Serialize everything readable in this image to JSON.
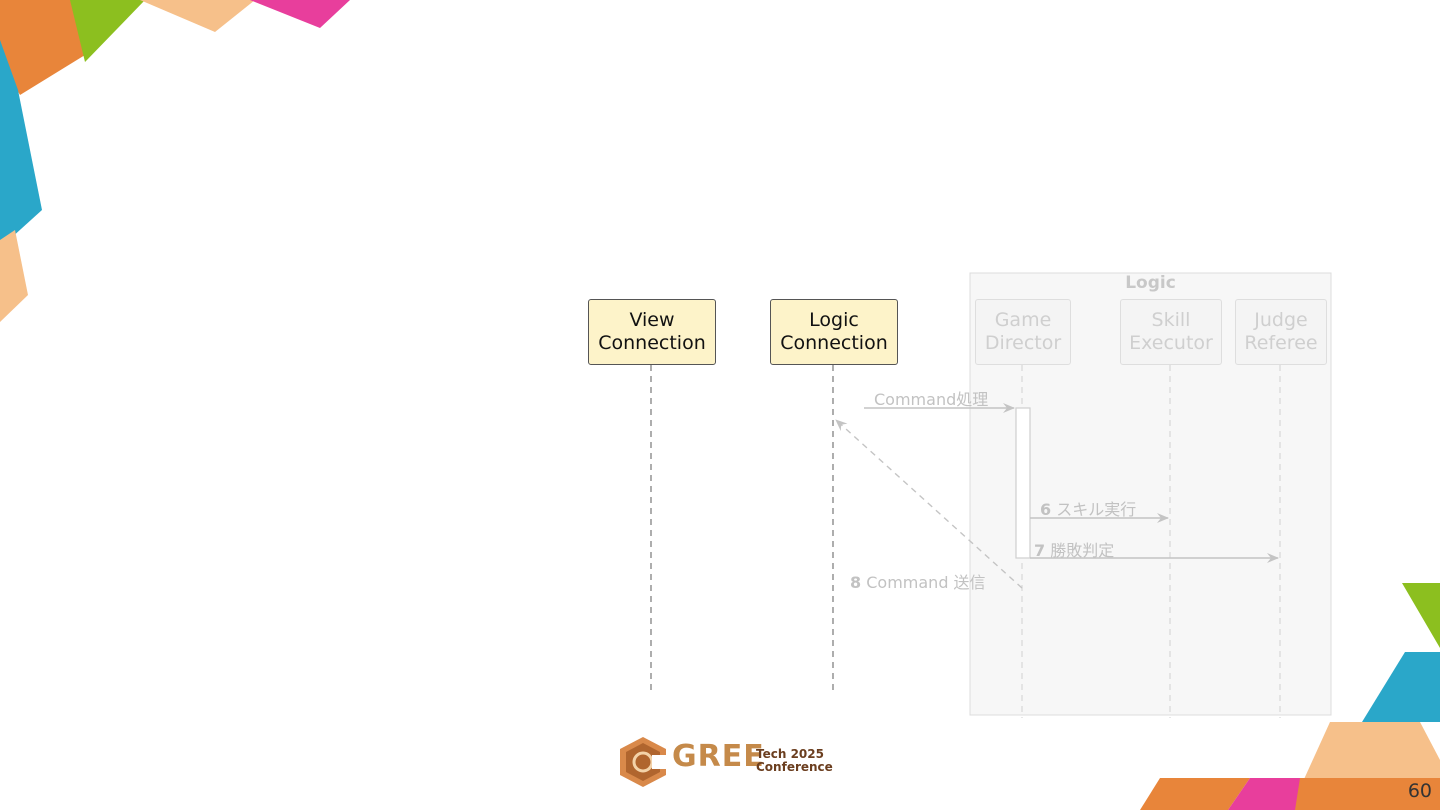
{
  "diagram": {
    "group_title": "Logic",
    "participants": [
      {
        "id": "view",
        "line1": "View",
        "line2": "Connection"
      },
      {
        "id": "logic",
        "line1": "Logic",
        "line2": "Connection"
      },
      {
        "id": "game",
        "line1": "Game",
        "line2": "Director"
      },
      {
        "id": "skill",
        "line1": "Skill",
        "line2": "Executor"
      },
      {
        "id": "judge",
        "line1": "Judge",
        "line2": "Referee"
      }
    ],
    "messages": [
      {
        "num": "",
        "text": "Command処理"
      },
      {
        "num": "6",
        "text": "スキル実行"
      },
      {
        "num": "7",
        "text": "勝敗判定"
      },
      {
        "num": "8",
        "text": "Command 送信"
      }
    ]
  },
  "footer": {
    "logo_word": "GREE",
    "logo_sub1": "Tech",
    "logo_year": "2025",
    "logo_sub2": "Conference",
    "page_number": "60"
  },
  "colors": {
    "orange": "#e8853a",
    "teal": "#2aa7c9",
    "green": "#8cbf1f",
    "peach": "#f6c08a",
    "magenta": "#e83e9c",
    "note_yellow": "#fdf3c9"
  }
}
